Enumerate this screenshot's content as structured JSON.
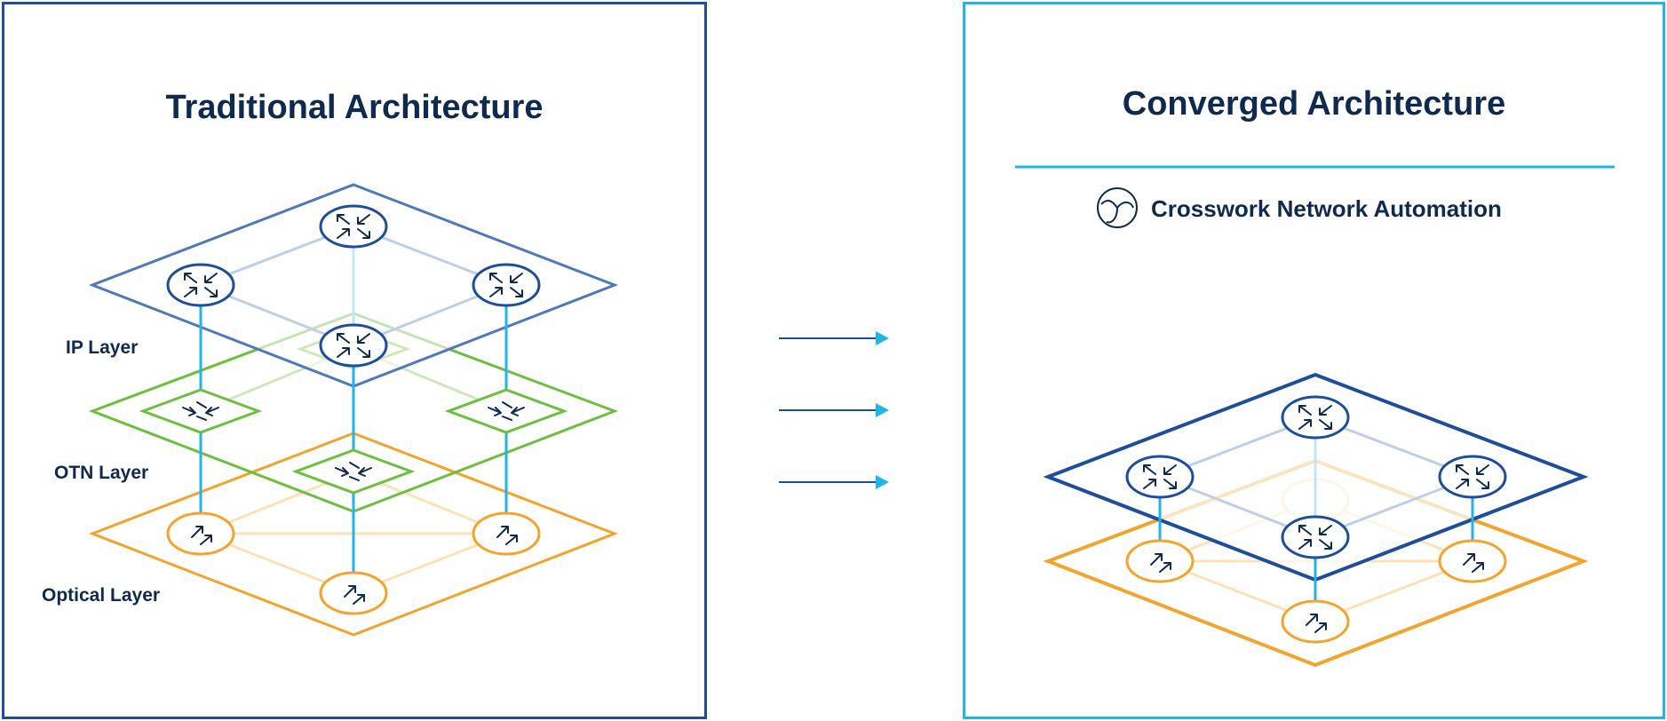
{
  "left_panel": {
    "title": "Traditional Architecture",
    "layers": {
      "ip": "IP Layer",
      "otn": "OTN Layer",
      "optical": "Optical Layer"
    }
  },
  "right_panel": {
    "title": "Converged Architecture",
    "subtitle": "Crosswork Network Automation",
    "subtitle_icon": "crosswork-logo-icon"
  },
  "colors": {
    "ip_layer": "#1e4e9a",
    "otn_layer": "#6dbf3f",
    "optical_layer": "#f2a42c",
    "link": "#1fb6e6",
    "text": "#0f2a4f",
    "left_border": "#1e4e9a",
    "right_border": "#1fb6e6"
  },
  "icons": {
    "router": "router-icon",
    "otn_switch": "otn-switch-icon",
    "optical_node": "optical-node-icon",
    "arrow": "arrow-right-icon"
  }
}
